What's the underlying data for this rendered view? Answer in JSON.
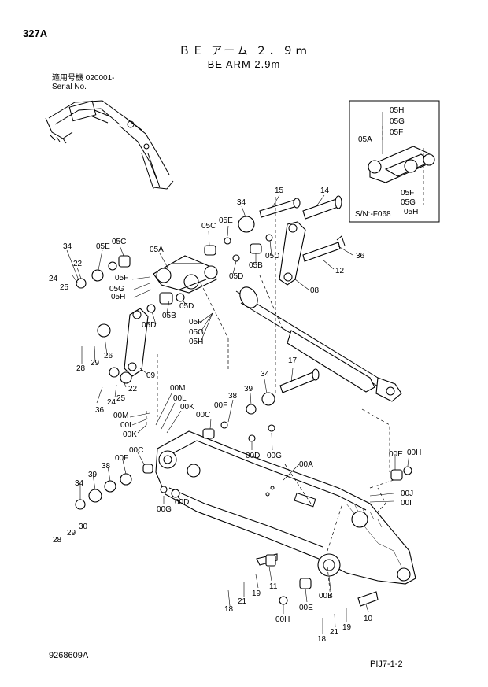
{
  "page_number": "327A",
  "title_jp": "ＢＥ アーム ２．９ｍ",
  "title_en": "BE ARM 2.9m",
  "serial_label_jp": "適用号機 020001-",
  "serial_label_en": "Serial No.",
  "inset_note": "S/N:-F068",
  "drawing_number": "9268609A",
  "sheet_reference": "PIJ7-1-2",
  "callouts": {
    "c15": "15",
    "c14": "14",
    "c34a": "34",
    "c05C_top": "05C",
    "c05E_top": "05E",
    "c34b": "34",
    "c05E_left": "05E",
    "c05C_left": "05C",
    "c22a": "22",
    "c24a": "24",
    "c25a": "25",
    "c05A": "05A",
    "c05F_a": "05F",
    "c05G_a": "05G",
    "c05H_a": "05H",
    "c05D_a": "05D",
    "c05B_a": "05B",
    "c05D_b": "05D",
    "c05D_c": "05D",
    "c05B_b": "05B",
    "c05D_d": "05D",
    "c05F_b": "05F",
    "c05G_b": "05G",
    "c05H_b": "05H",
    "c36a": "36",
    "c12": "12",
    "c08": "08",
    "c26": "26",
    "c29a": "29",
    "c28a": "28",
    "c09": "09",
    "c22b": "22",
    "c25b": "25",
    "c24b": "24",
    "c36b": "36",
    "c17": "17",
    "c34c": "34",
    "c39a": "39",
    "c38a": "38",
    "c00F_a": "00F",
    "c00C_a": "00C",
    "c00M_a": "00M",
    "c00L_a": "00L",
    "c00K_a": "00K",
    "c00M_b": "00M",
    "c00L_b": "00L",
    "c00K_b": "00K",
    "c00D_a": "00D",
    "c00G_a": "00G",
    "c00A": "00A",
    "c00E_a": "00E",
    "c00H_a": "00H",
    "c00J": "00J",
    "c00I": "00I",
    "c00C_b": "00C",
    "c00F_b": "00F",
    "c38b": "38",
    "c39b": "39",
    "c34d": "34",
    "c30": "30",
    "c29b": "29",
    "c28b": "28",
    "c00G_b": "00G",
    "c00D_b": "00D",
    "c11": "11",
    "c19a": "19",
    "c21a": "21",
    "c18a": "18",
    "c00E_b": "00E",
    "c00H_b": "00H",
    "c00B": "00B",
    "c10": "10",
    "c19b": "19",
    "c21b": "21",
    "c18b": "18",
    "in_05H_t": "05H",
    "in_05G_t": "05G",
    "in_05F_t": "05F",
    "in_05A": "05A",
    "in_05F_b": "05F",
    "in_05G_b": "05G",
    "in_05H_b": "05H"
  }
}
